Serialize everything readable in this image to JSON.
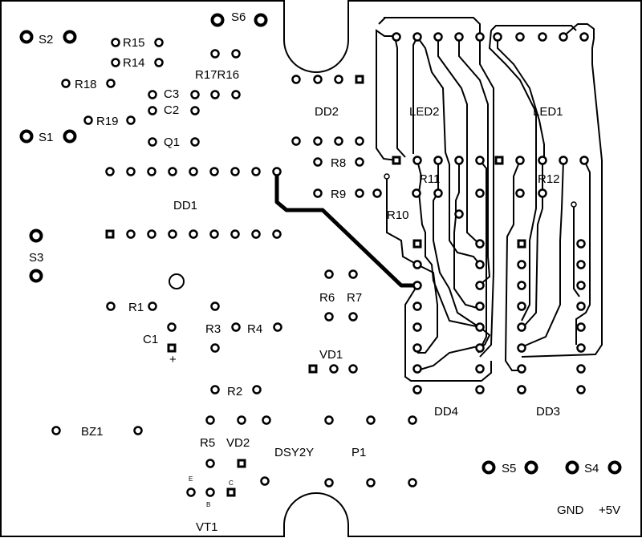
{
  "labels": {
    "s1": "S1",
    "s2": "S2",
    "s3": "S3",
    "s4": "S4",
    "s5": "S5",
    "s6": "S6",
    "r1": "R1",
    "r2": "R2",
    "r3": "R3",
    "r4": "R4",
    "r5": "R5",
    "r6": "R6",
    "r7": "R7",
    "r8": "R8",
    "r9": "R9",
    "r10": "R10",
    "r11": "R11",
    "r12": "R12",
    "r14": "R14",
    "r15": "R15",
    "r17r16": "R17R16",
    "r18": "R18",
    "r19": "R19",
    "c1": "C1",
    "c2": "C2",
    "c3": "C3",
    "q1": "Q1",
    "dd1": "DD1",
    "dd2": "DD2",
    "dd3": "DD3",
    "dd4": "DD4",
    "led1": "LED1",
    "led2": "LED2",
    "vd1": "VD1",
    "vd2": "VD2",
    "vt1": "VT1",
    "bz1": "BZ1",
    "dsy2y": "DSY2Y",
    "p1": "P1",
    "gnd": "GND",
    "plus5v": "+5V",
    "pin_e": "E",
    "pin_b": "B",
    "pin_c": "C",
    "plus": "+"
  }
}
